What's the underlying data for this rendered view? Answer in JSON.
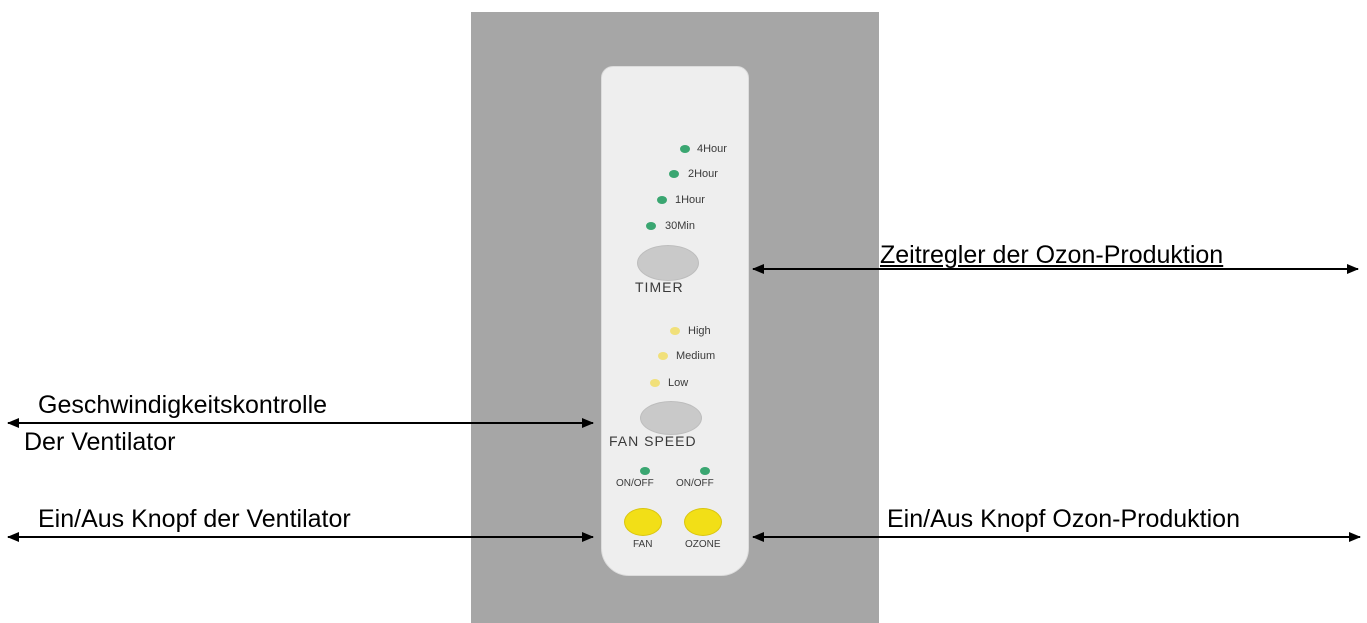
{
  "panel": {
    "timer_leds": [
      "4Hour",
      "2Hour",
      "1Hour",
      "30Min"
    ],
    "timer_label": "TIMER",
    "speed_leds": [
      "High",
      "Medium",
      "Low"
    ],
    "fan_speed_label": "FAN SPEED",
    "onoff_left": "ON/OFF",
    "onoff_right": "ON/OFF",
    "fan_label": "FAN",
    "ozone_label": "OZONE"
  },
  "annotations": {
    "timer_control": "Zeitregler der Ozon-Produktion",
    "speed_line1": "Geschwindigkeitskontrolle",
    "speed_line2": "Der Ventilator",
    "fan_onoff": "Ein/Aus Knopf der Ventilator",
    "ozone_onoff": "Ein/Aus Knopf Ozon-Produktion"
  },
  "colors": {
    "device_bg": "#a6a6a6",
    "panel": "#eeeeee",
    "timer_led": "#3aa671",
    "speed_led": "#f1e07a",
    "onoff_button": "#f2df17"
  }
}
